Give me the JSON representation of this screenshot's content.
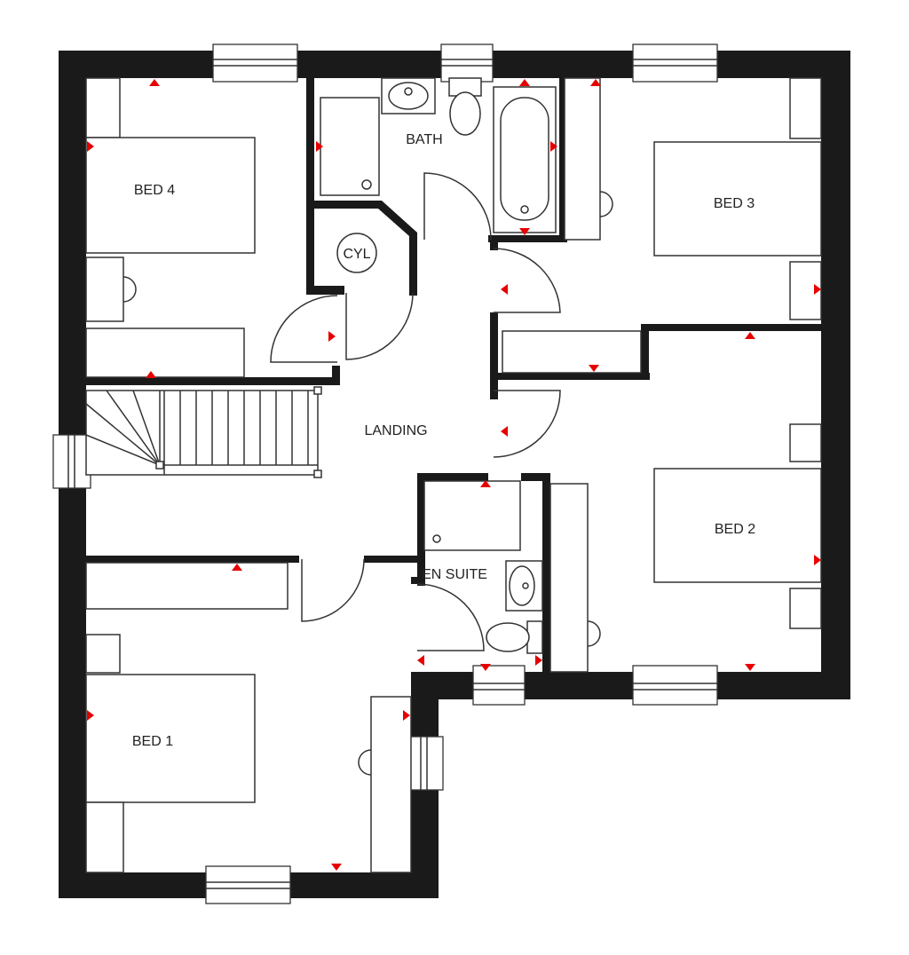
{
  "rooms": {
    "bed4": "BED 4",
    "bath": "BATH",
    "cyl": "CYL",
    "bed3": "BED 3",
    "landing": "LANDING",
    "bed2": "BED 2",
    "en_suite": "EN SUITE",
    "bed1": "BED 1"
  },
  "colors": {
    "wall": "#1a1a1a",
    "line": "#333333",
    "socket_marker": "#e60000",
    "background": "#ffffff"
  },
  "icons": {
    "socket_marker": "red-triangle-marker"
  }
}
